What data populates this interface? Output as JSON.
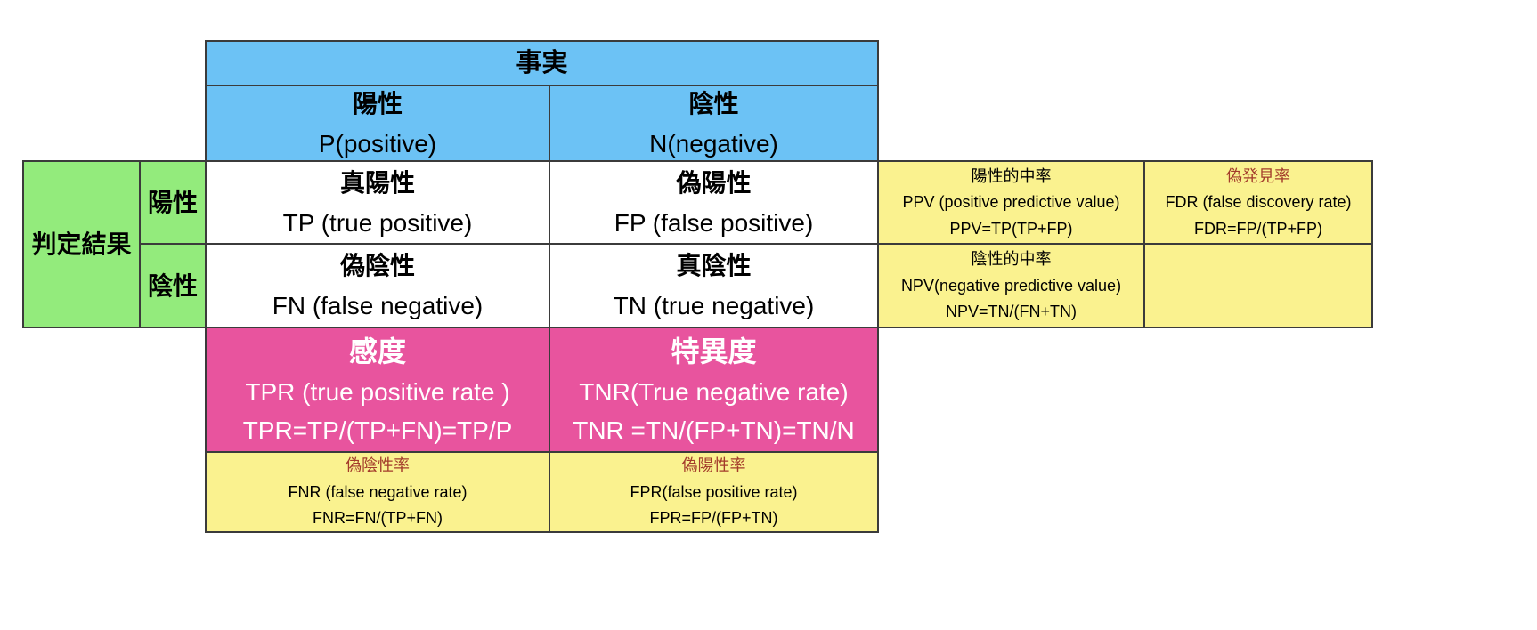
{
  "diagram": {
    "kind": "confusion-matrix-table",
    "colors": {
      "fact_header_bg": "#6cc2f5",
      "judgement_bg": "#93eb7c",
      "matrix_bg": "#ffffff",
      "rate_highlight_bg": "#e8549e",
      "rate_bg": "#faf28f",
      "border": "#3b3b3b",
      "red_label_text": "#a33b2b",
      "pink_cell_text": "#ffffff"
    },
    "fact": {
      "title": "事実",
      "columns": [
        {
          "label": "陽性",
          "sub": "P(positive)"
        },
        {
          "label": "陰性",
          "sub": "N(negative)"
        }
      ]
    },
    "judgement": {
      "title": "判定結果",
      "rows": [
        {
          "label": "陽性"
        },
        {
          "label": "陰性"
        }
      ]
    },
    "matrix": {
      "tp": {
        "title": "真陽性",
        "sub": "TP (true positive)"
      },
      "fp": {
        "title": "偽陽性",
        "sub": "FP (false positive)"
      },
      "fn": {
        "title": "偽陰性",
        "sub": "FN (false negative)"
      },
      "tn": {
        "title": "真陰性",
        "sub": "TN (true negative)"
      }
    },
    "right_metrics": {
      "ppv": {
        "title": "陽性的中率",
        "name_line": "PPV (positive predictive value)",
        "formula": "PPV=TP(TP+FP)"
      },
      "fdr": {
        "title": "偽発見率",
        "name_line": "FDR (false discovery rate)",
        "formula": "FDR=FP/(TP+FP)"
      },
      "npv": {
        "title": "陰性的中率",
        "name_line": "NPV(negative predictive value)",
        "formula": "NPV=TN/(FN+TN)"
      }
    },
    "bottom_metrics": {
      "tpr": {
        "title": "感度",
        "name_line": "TPR (true positive rate )",
        "formula": "TPR=TP/(TP+FN)=TP/P"
      },
      "tnr": {
        "title": "特異度",
        "name_line": "TNR(True negative rate)",
        "formula": "TNR =TN/(FP+TN)=TN/N"
      },
      "fnr": {
        "title": "偽陰性率",
        "name_line": "FNR (false negative rate)",
        "formula": "FNR=FN/(TP+FN)"
      },
      "fpr": {
        "title": "偽陽性率",
        "name_line": "FPR(false positive rate)",
        "formula": "FPR=FP/(FP+TN)"
      }
    }
  }
}
